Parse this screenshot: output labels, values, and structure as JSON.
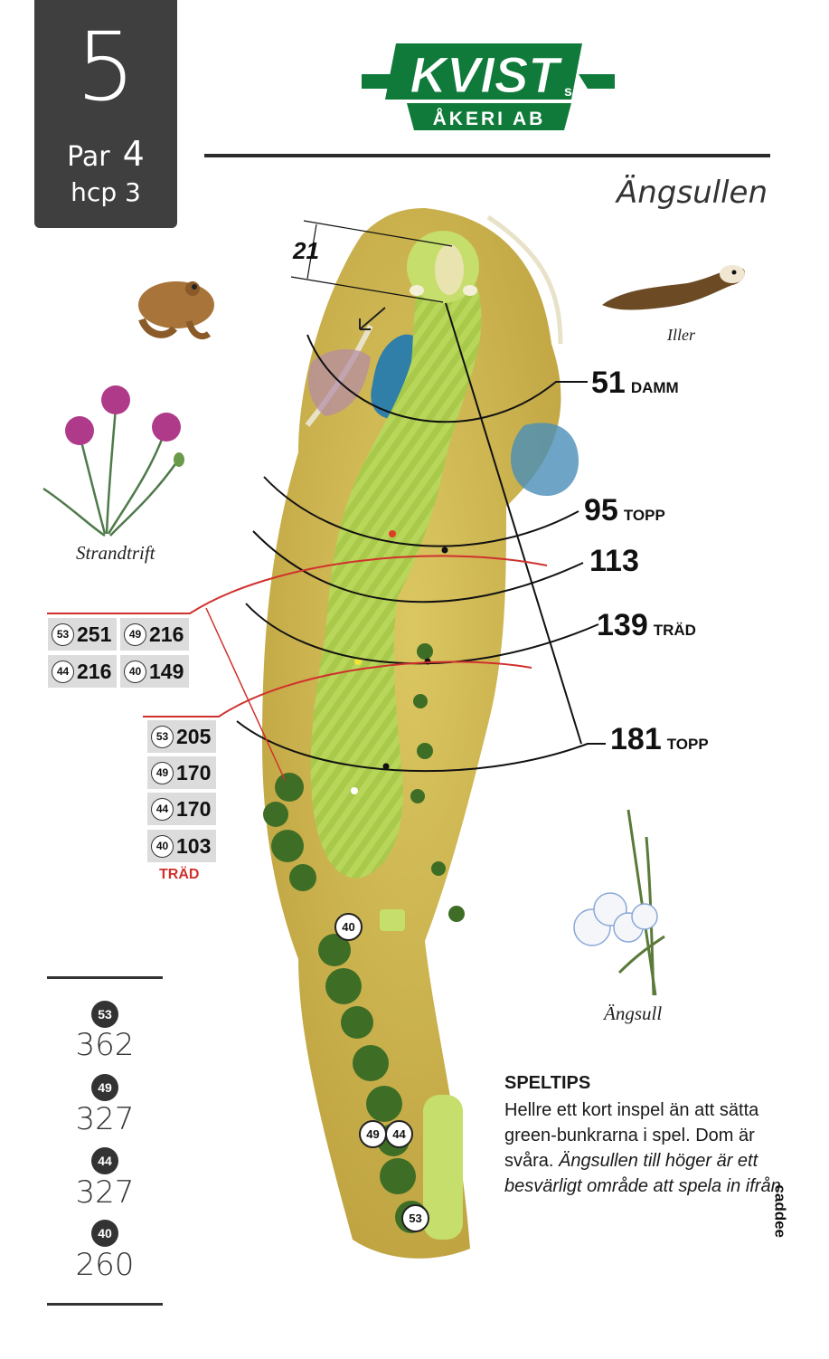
{
  "hole": {
    "number": "5",
    "par_label": "Par",
    "par": "4",
    "hcp": "hcp 3"
  },
  "sponsor": {
    "name": "KVIST",
    "suffix": "s",
    "subtitle": "ÅKERI AB",
    "color": "#0f7a3a"
  },
  "hole_name": "Ängsullen",
  "green_depth": "21",
  "distances": [
    {
      "value": "51",
      "label": "DAMM"
    },
    {
      "value": "95",
      "label": "TOPP"
    },
    {
      "value": "113",
      "label": ""
    },
    {
      "value": "139",
      "label": "TRÄD"
    },
    {
      "value": "181",
      "label": "TOPP"
    }
  ],
  "yardage_table_1": [
    {
      "tee": "53",
      "value": "251"
    },
    {
      "tee": "49",
      "value": "216"
    },
    {
      "tee": "44",
      "value": "216"
    },
    {
      "tee": "40",
      "value": "149"
    }
  ],
  "yardage_table_2": [
    {
      "tee": "53",
      "value": "205"
    },
    {
      "tee": "49",
      "value": "170"
    },
    {
      "tee": "44",
      "value": "170"
    },
    {
      "tee": "40",
      "value": "103"
    }
  ],
  "table_2_label": "TRÄD",
  "totals": [
    {
      "tee": "53",
      "length": "362"
    },
    {
      "tee": "49",
      "length": "327"
    },
    {
      "tee": "44",
      "length": "327"
    },
    {
      "tee": "40",
      "length": "260"
    }
  ],
  "map_tees": {
    "t40": "40",
    "t49": "49",
    "t44": "44",
    "t53": "53"
  },
  "captions": {
    "ferret": "Iller",
    "thrift": "Strandtrift",
    "cottongrass": "Ängsull"
  },
  "tips": {
    "title": "SPELTIPS",
    "text": "Hellre ett kort inspel än att sätta green-bunkrarna i spel. Dom är svåra.",
    "italic_text": "Ängsullen till höger är ett besvärligt område att spela in ifrån"
  },
  "brand": "caddee",
  "colors": {
    "accent_red": "#d0312d",
    "fairway": "#a9c94a",
    "rough": "#c8b24a",
    "water": "#2f7fa8"
  }
}
